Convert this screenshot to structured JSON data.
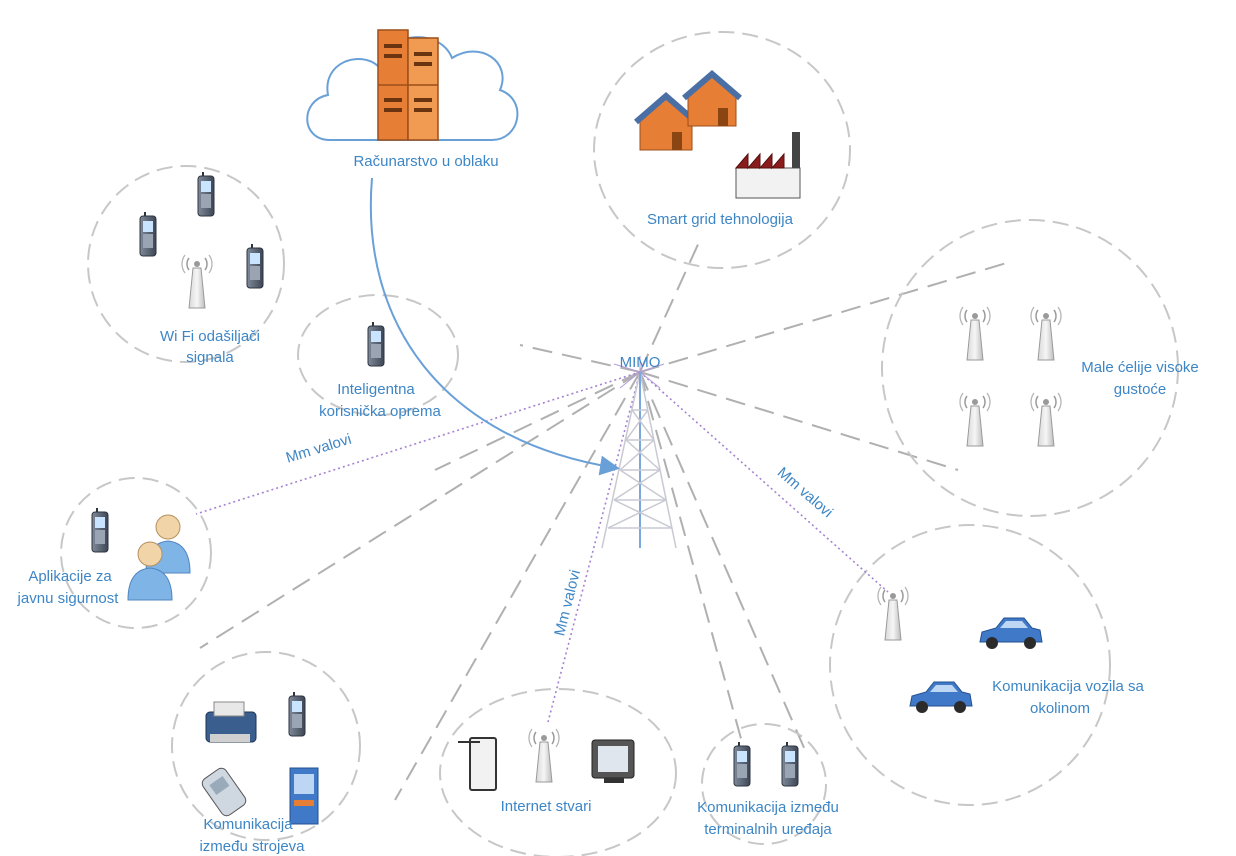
{
  "center": {
    "label": "MIMO"
  },
  "nodes": {
    "cloud": {
      "label": "Računarstvo u oblaku"
    },
    "smart_grid": {
      "label": "Smart grid tehnologija"
    },
    "wifi": {
      "label_line1": "Wi Fi odašiljači",
      "label_line2": "signala"
    },
    "intelligent": {
      "label_line1": "Inteligentna",
      "label_line2": "korisnička oprema"
    },
    "small_cells": {
      "label_line1": "Male ćelije visoke",
      "label_line2": "gustoće"
    },
    "public_safety": {
      "label_line1": "Aplikacije za",
      "label_line2": "javnu sigurnost"
    },
    "vehicles": {
      "label_line1": "Komunikacija vozila sa",
      "label_line2": "okolinom"
    },
    "m2m": {
      "label_line1": "Komunikacija",
      "label_line2": "između strojeva"
    },
    "iot": {
      "label": "Internet stvari"
    },
    "d2d": {
      "label_line1": "Komunikacija između",
      "label_line2": "terminalnih uređaja"
    }
  },
  "links": {
    "mm_left": "Mm valovi",
    "mm_right": "Mm valovi",
    "mm_bottom": "Mm valovi"
  },
  "colors": {
    "label_blue": "#3d86c6",
    "dashed_gray": "#c7c7c7",
    "mm_purple": "#a583d3",
    "server_orange": "#e67e35",
    "house_roof": "#4a6fa5",
    "factory_red": "#8b1c1c",
    "car_blue": "#3f79c8"
  }
}
